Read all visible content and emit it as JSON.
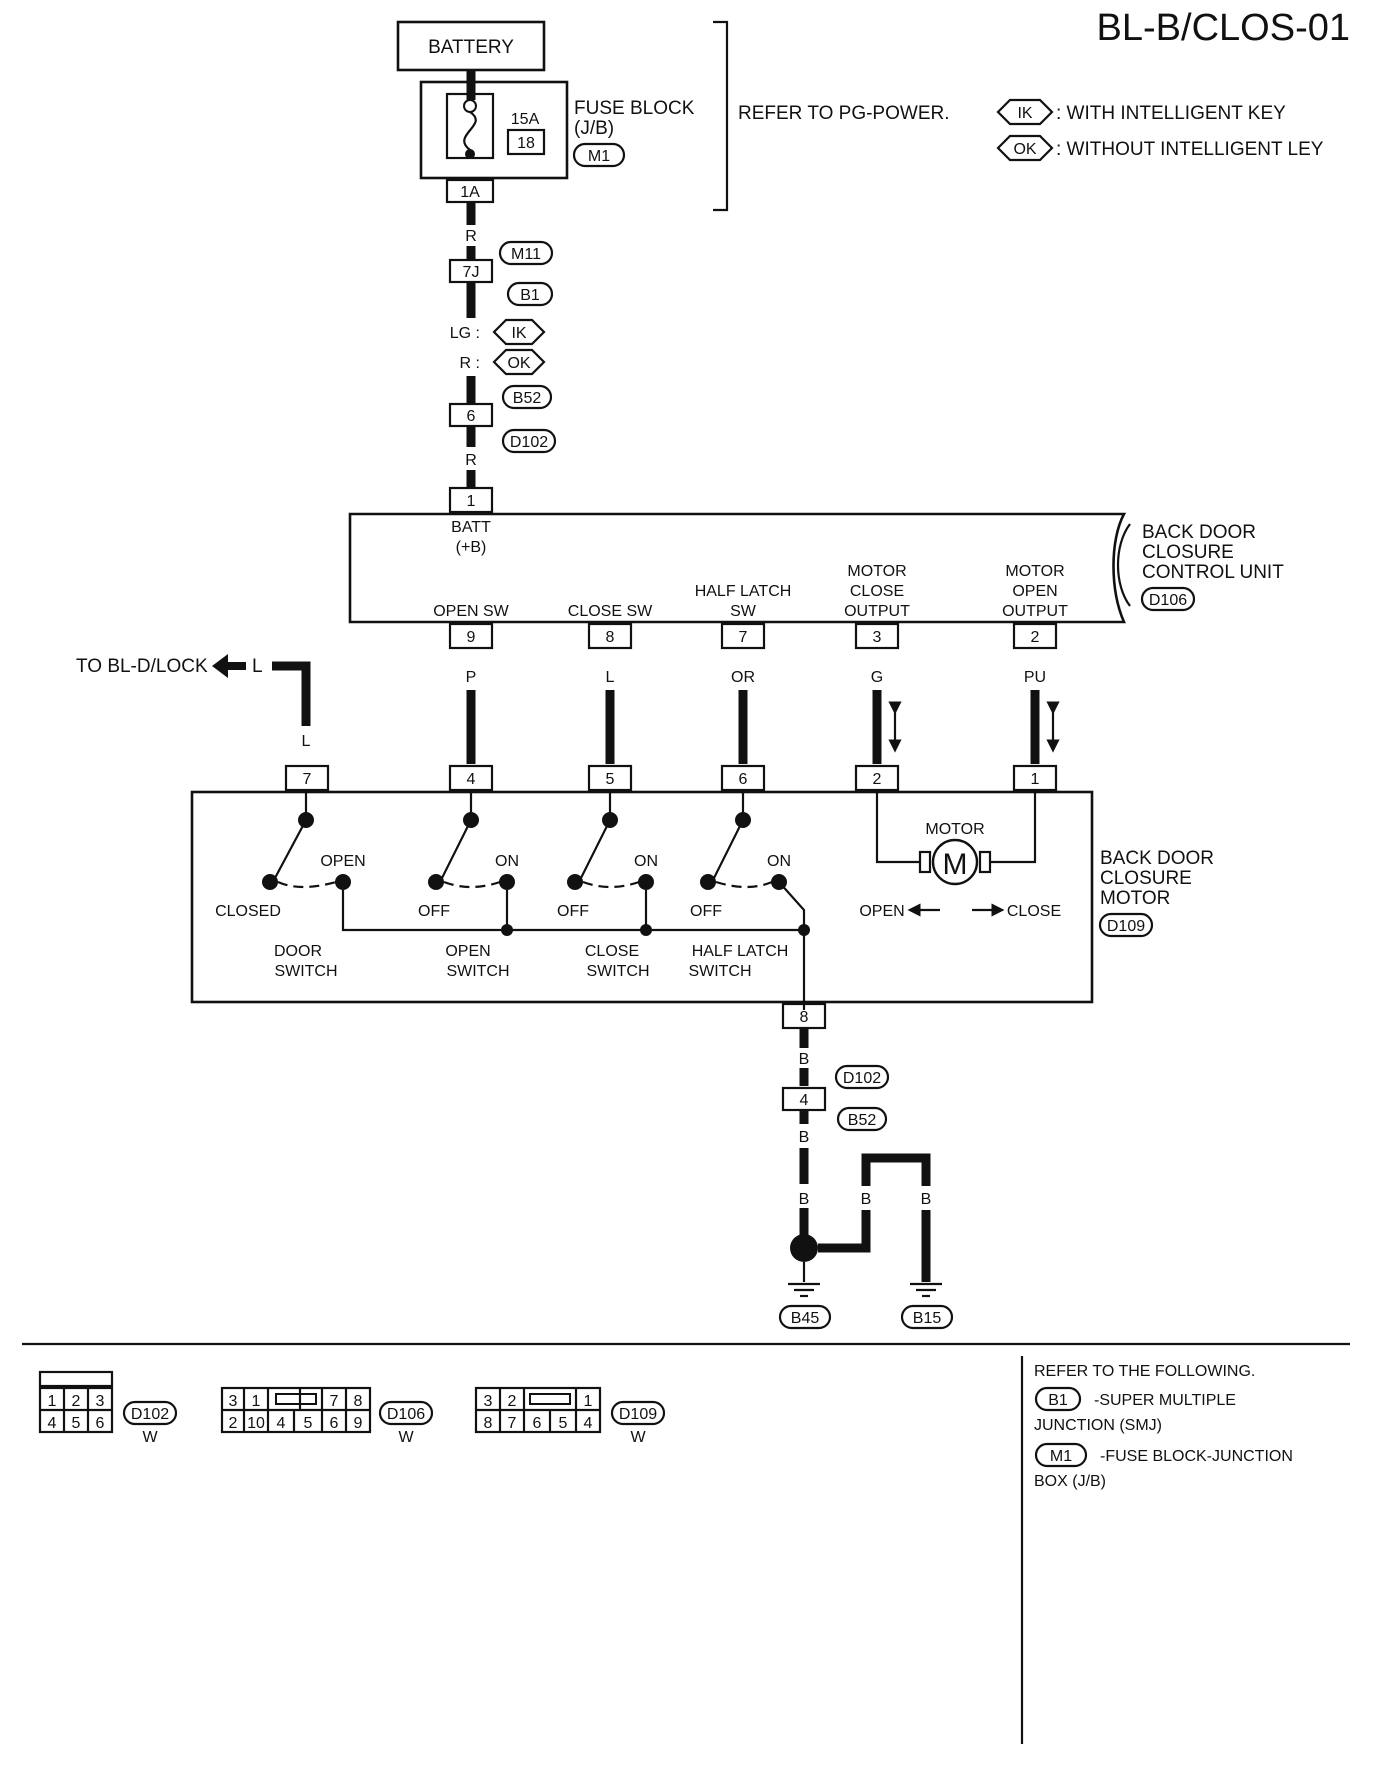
{
  "title": "BL-B/CLOS-01",
  "battery": "BATTERY",
  "fuse": {
    "amps": "15A",
    "number": "18",
    "label_line1": "FUSE BLOCK",
    "label_line2": "(J/B)",
    "connector": "M1",
    "terminal": "1A"
  },
  "power_ref": "REFER TO PG-POWER.",
  "legend": {
    "ik_tag": "IK",
    "ik_text": ": WITH INTELLIGENT KEY",
    "ok_tag": "OK",
    "ok_text": ": WITHOUT INTELLIGENT LEY"
  },
  "upper_wire": {
    "color_top": "R",
    "conn_m11": "M11",
    "term_7j": "7J",
    "conn_b1": "B1",
    "ik_color": "LG :",
    "ok_color": "R :",
    "conn_b52": "B52",
    "term_6": "6",
    "conn_d102": "D102",
    "color_bottom": "R"
  },
  "control_unit": {
    "name_line1": "BACK DOOR",
    "name_line2": "CLOSURE",
    "name_line3": "CONTROL UNIT",
    "connector": "D106",
    "batt_terminal": "1",
    "batt_line1": "BATT",
    "batt_line2": "(+B)",
    "pins": [
      {
        "terminal": "9",
        "label": "OPEN SW",
        "color": "P"
      },
      {
        "terminal": "8",
        "label": "CLOSE SW",
        "color": "L"
      },
      {
        "terminal": "7",
        "label1": "HALF LATCH",
        "label2": "SW",
        "color": "OR"
      },
      {
        "terminal": "3",
        "label1": "MOTOR",
        "label2": "CLOSE",
        "label3": "OUTPUT",
        "color": "G"
      },
      {
        "terminal": "2",
        "label1": "MOTOR",
        "label2": "OPEN",
        "label3": "OUTPUT",
        "color": "PU"
      }
    ]
  },
  "to_lock": {
    "text": "TO BL-D/LOCK",
    "color": "L",
    "wire_color": "L"
  },
  "motor_unit": {
    "name_line1": "BACK DOOR",
    "name_line2": "CLOSURE",
    "name_line3": "MOTOR",
    "connector": "D109",
    "terminals": [
      "7",
      "4",
      "5",
      "6",
      "2",
      "1"
    ],
    "motor_label": "MOTOR",
    "motor_symbol": "M",
    "open_dir": "OPEN",
    "close_dir": "CLOSE",
    "door_switch": {
      "closed": "CLOSED",
      "open": "OPEN",
      "name1": "DOOR",
      "name2": "SWITCH"
    },
    "open_switch": {
      "off": "OFF",
      "on": "ON",
      "name1": "OPEN",
      "name2": "SWITCH"
    },
    "close_switch": {
      "off": "OFF",
      "on": "ON",
      "name1": "CLOSE",
      "name2": "SWITCH"
    },
    "half_switch": {
      "off": "OFF",
      "on": "ON",
      "name1": "HALF LATCH",
      "name2": "SWITCH"
    },
    "ground_terminal": "8"
  },
  "ground": {
    "color1": "B",
    "conn_d102": "D102",
    "terminal": "4",
    "conn_b52": "B52",
    "color2": "B",
    "color3": "B",
    "color4": "B",
    "color5": "B",
    "g1": "B45",
    "g2": "B15"
  },
  "connectors": {
    "d102": {
      "tag": "D102",
      "color": "W",
      "row1": [
        "1",
        "2",
        "3"
      ],
      "row2": [
        "4",
        "5",
        "6"
      ]
    },
    "d106": {
      "tag": "D106",
      "color": "W",
      "row1": [
        "3",
        "1",
        "7",
        "8"
      ],
      "row2": [
        "2",
        "10",
        "4",
        "5",
        "6",
        "9"
      ]
    },
    "d109": {
      "tag": "D109",
      "color": "W",
      "row1": [
        "3",
        "2",
        "1"
      ],
      "row2": [
        "8",
        "7",
        "6",
        "5",
        "4"
      ]
    }
  },
  "refer": {
    "heading": "REFER TO THE FOLLOWING.",
    "b1_tag": "B1",
    "b1_line1": "-SUPER MULTIPLE",
    "b1_line2": "JUNCTION (SMJ)",
    "m1_tag": "M1",
    "m1_line1": "-FUSE BLOCK-JUNCTION",
    "m1_line2": "BOX (J/B)"
  }
}
